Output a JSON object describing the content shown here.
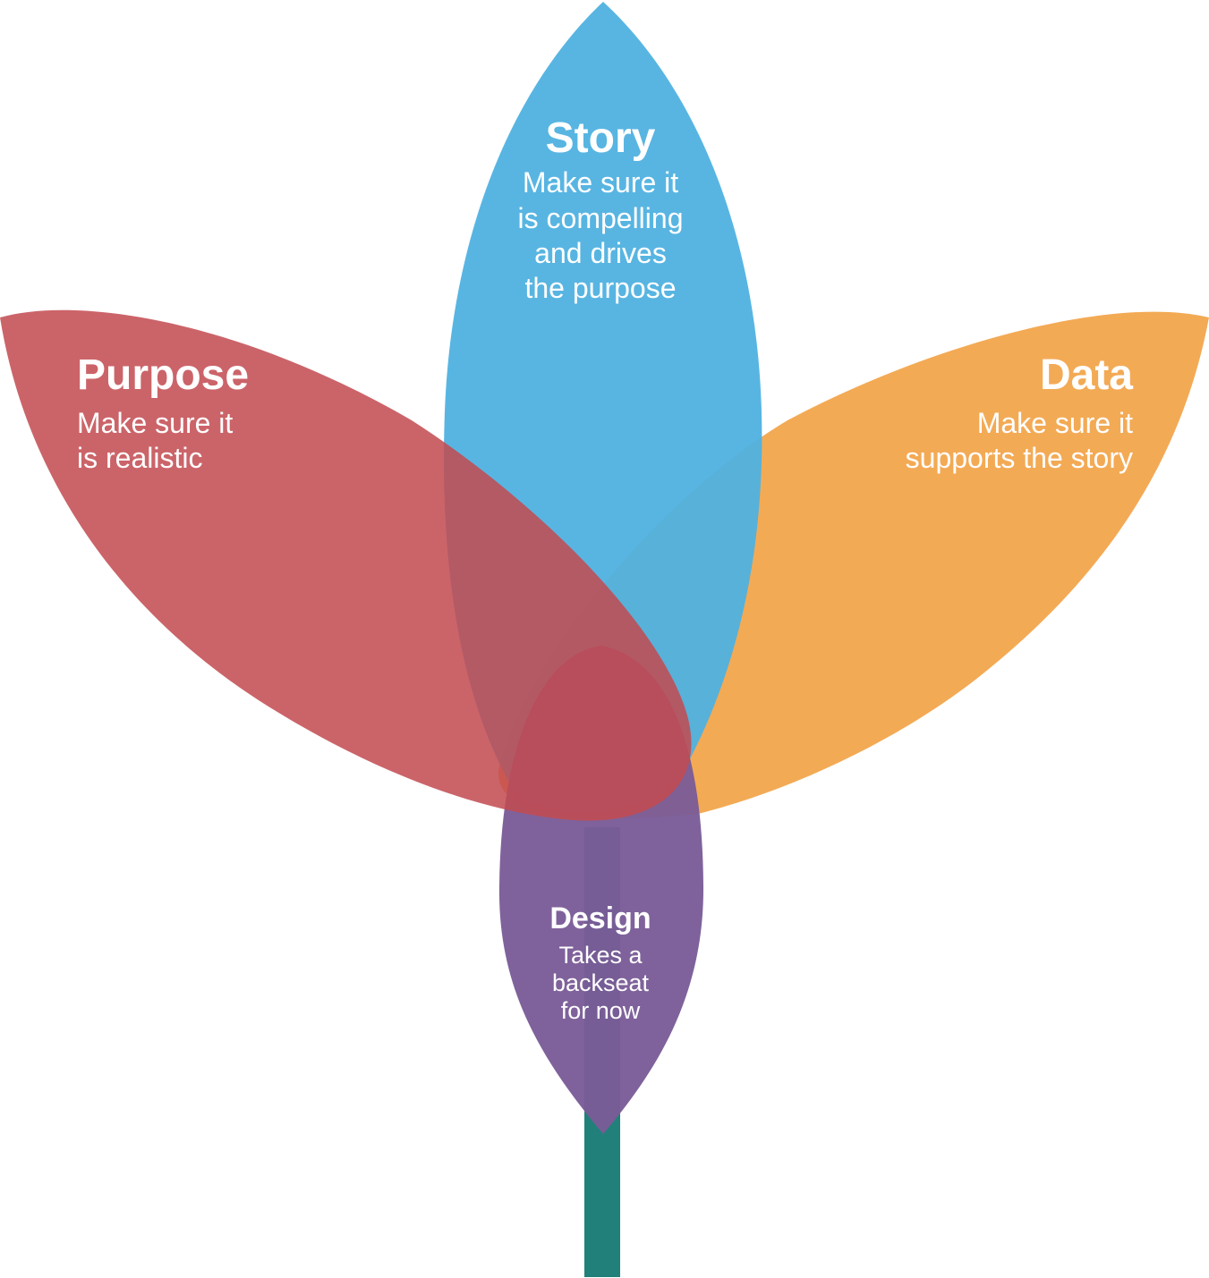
{
  "petals": {
    "story": {
      "title": "Story",
      "lines": [
        "Make sure it",
        "is compelling",
        "and drives",
        "the purpose"
      ],
      "color": "#4FB1E0"
    },
    "purpose": {
      "title": "Purpose",
      "lines": [
        "Make sure it",
        "is realistic"
      ],
      "color": "#C24A50"
    },
    "data": {
      "title": "Data",
      "lines": [
        "Make sure it",
        "supports the story"
      ],
      "color": "#F2A54C"
    },
    "design": {
      "title": "Design",
      "lines": [
        "Takes a",
        "backseat",
        "for now"
      ],
      "color": "#7A5C97"
    }
  },
  "stem": {
    "color": "#21807A"
  }
}
